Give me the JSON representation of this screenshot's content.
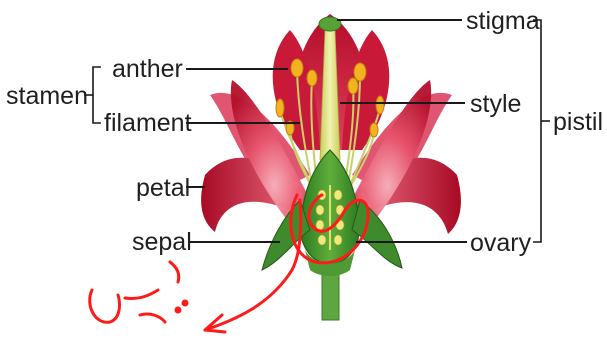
{
  "labels": {
    "stigma": "stigma",
    "anther": "anther",
    "stamen": "stamen",
    "style": "style",
    "filament": "filament",
    "pistil": "pistil",
    "petal": "petal",
    "sepal": "sepal",
    "ovary": "ovary"
  },
  "colors": {
    "petal_dark": "#b8102e",
    "petal_mid": "#e03a55",
    "petal_light": "#f59aa8",
    "sepal_green": "#3f8a2c",
    "stem_green": "#5da640",
    "anther_yellow": "#f2b321",
    "style_yellow": "#e3e58a",
    "annotation_red": "#ff1a1a"
  }
}
